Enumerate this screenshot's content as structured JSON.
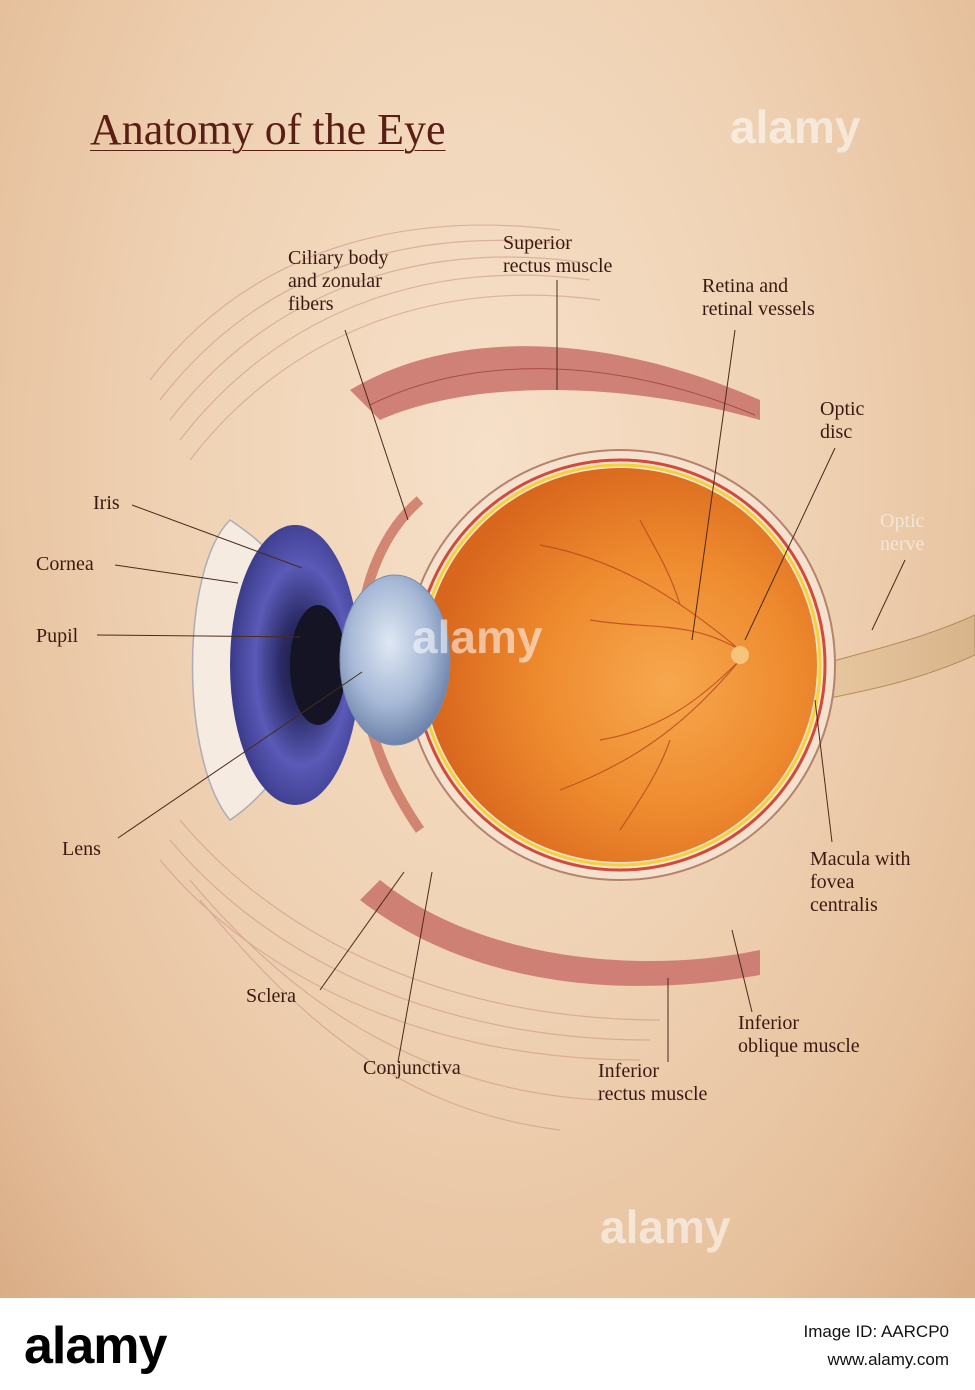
{
  "title": "Anatomy of the Eye",
  "labels": {
    "ciliary": "Ciliary body\nand zonular\nfibers",
    "superior": "Superior\nrectus muscle",
    "retina": "Retina and\nretinal vessels",
    "optic_disc": "Optic\ndisc",
    "optic_nerve": "Optic\nnerve",
    "iris": "Iris",
    "cornea": "Cornea",
    "pupil": "Pupil",
    "lens": "Lens",
    "sclera": "Sclera",
    "conjunctiva": "Conjunctiva",
    "inferior_rectus": "Inferior\nrectus muscle",
    "inferior_oblique": "Inferior\noblique muscle",
    "macula": "Macula with\nfovea\ncentralis"
  },
  "watermark": "alamy",
  "footer": {
    "brand": "alamy",
    "image_id": "Image ID: AARCP0",
    "url": "www.alamy.com"
  }
}
